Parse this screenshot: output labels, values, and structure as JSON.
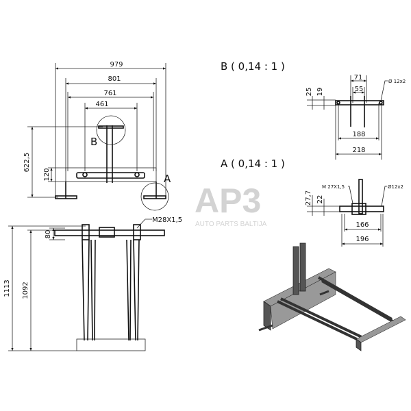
{
  "top_view": {
    "dims": {
      "w979": "979",
      "w801": "801",
      "w761": "761",
      "w461": "461",
      "h622": "622,5",
      "h120": "120"
    },
    "callout_b": "B",
    "callout_a": "A"
  },
  "front_view": {
    "dims": {
      "h1113": "1113",
      "h1092": "1092",
      "h80": "80"
    },
    "thread": "M28X1,5"
  },
  "detail_b": {
    "title": "B ( 0,14 : 1 )",
    "dims": {
      "d71": "71",
      "d55": "55",
      "d25": "25",
      "d19": "19",
      "d188": "188",
      "d218": "218"
    },
    "hole": "Ø 12x2"
  },
  "detail_a": {
    "title": "A ( 0,14 : 1 )",
    "dims": {
      "d277": "27,7",
      "d22": "22",
      "d166": "166",
      "d196": "196"
    },
    "thread": "M 27X1,5",
    "hole": "Ø12x2"
  },
  "watermark": {
    "logo": "AP3",
    "tagline": "AUTO PARTS BALTIJA",
    "color": "#b0b0b0"
  }
}
